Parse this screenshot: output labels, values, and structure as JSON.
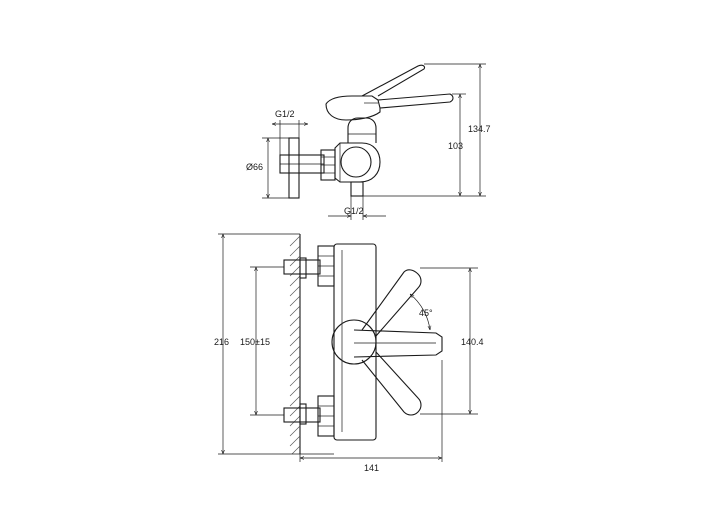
{
  "side_view": {
    "dims": {
      "thread_top": "G1/2",
      "flange_dia": "Ø66",
      "thread_bottom": "G1/2",
      "height_103": "103",
      "height_134": "134.7"
    }
  },
  "front_view": {
    "dims": {
      "total_216": "216",
      "center_150": "150±15",
      "handle_140": "140.4",
      "angle": "45°",
      "depth_141": "141"
    }
  },
  "colors": {
    "line": "#1a1a1a",
    "background": "#ffffff"
  }
}
